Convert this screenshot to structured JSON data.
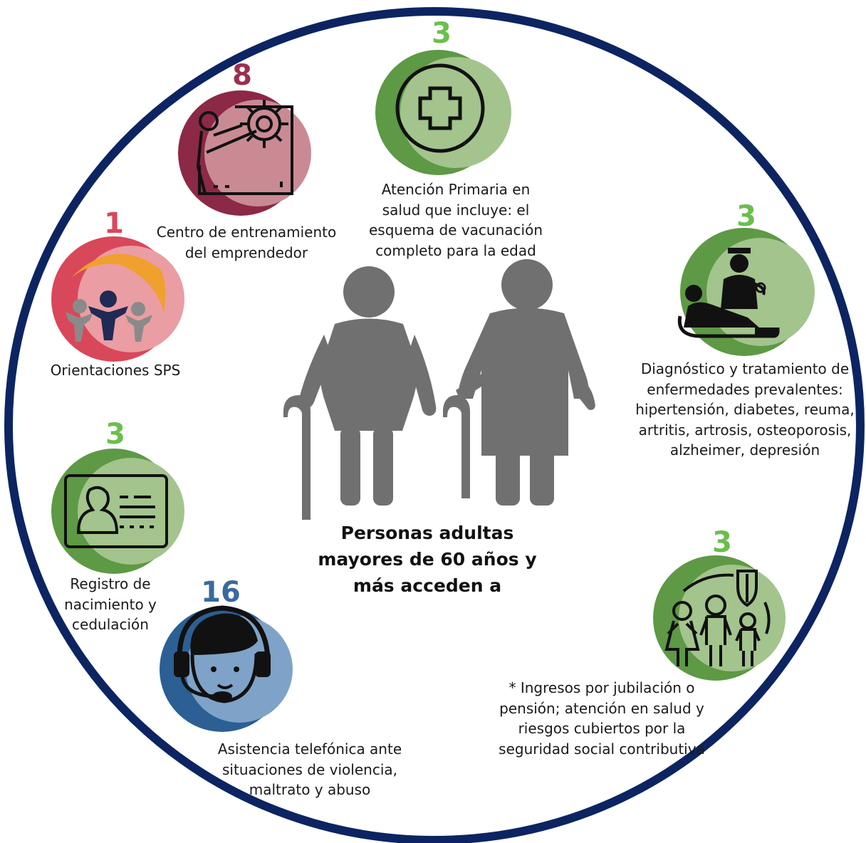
{
  "colors": {
    "ring": "#0c2461",
    "green_dark": "#5e9945",
    "green_light": "#a3c48d",
    "green_num": "#6abf4b",
    "maroon_dark": "#8b2946",
    "maroon_light": "#c98a94",
    "maroon_num": "#9c2f4d",
    "red_dark": "#d9475a",
    "red_light": "#ea9da3",
    "red_num": "#d9475a",
    "blue_dark": "#2c5f94",
    "blue_light": "#7fa2c8",
    "blue_num": "#3a6a9c",
    "figure_gray": "#707070"
  },
  "center": {
    "title_line1": "Personas adultas",
    "title_line2": "mayores de 60 años y",
    "title_line3": "más acceden a",
    "icon": "elderly-couple-icon"
  },
  "services": [
    {
      "count": "3",
      "icon": "medical-cross-icon",
      "lines": [
        "Atención Primaria en",
        "salud que incluye: el",
        "esquema de vacunación",
        "completo para la edad"
      ]
    },
    {
      "count": "8",
      "icon": "entrepreneur-training-icon",
      "lines": [
        "Centro de entrenamiento",
        "del emprendedor"
      ]
    },
    {
      "count": "1",
      "icon": "community-people-icon",
      "lines": [
        "Orientaciones SPS"
      ]
    },
    {
      "count": "3",
      "icon": "id-card-icon",
      "lines": [
        "Registro de",
        "nacimiento y",
        "cedulación"
      ]
    },
    {
      "count": "16",
      "icon": "headset-support-icon",
      "lines": [
        "Asistencia telefónica ante",
        "situaciones de violencia,",
        "maltrato y abuso"
      ]
    },
    {
      "count": "3",
      "icon": "family-protection-icon",
      "lines": [
        "* Ingresos por jubilación o",
        "pensión; atención en salud y",
        "riesgos cubiertos por la",
        "seguridad social contributiva"
      ]
    },
    {
      "count": "3",
      "icon": "doctor-patient-icon",
      "lines": [
        "Diagnóstico y tratamiento de",
        "enfermedades prevalentes:",
        "hipertensión, diabetes, reuma,",
        "artritis, artrosis, osteoporosis,",
        "alzheimer, depresión"
      ]
    }
  ]
}
